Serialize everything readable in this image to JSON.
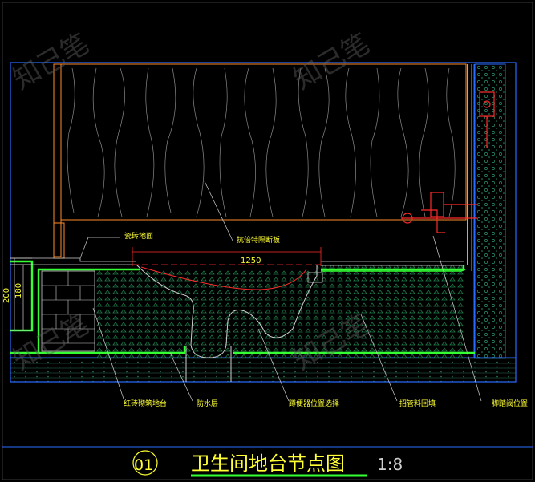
{
  "drawing": {
    "labels": {
      "tile_floor": "瓷砖地面",
      "partition": "抗倍特隔断板",
      "brick_platform": "红砖砌筑地台",
      "waterproof": "防水层",
      "squat_toilet": "蹲便器位置选择",
      "pipe_backfill": "招管料回填",
      "foot_valve": "脚踏阀位置"
    },
    "dimensions": {
      "width": "1250",
      "height_total": "200",
      "height_inner": "180"
    },
    "watermark": "知己笔"
  },
  "title_block": {
    "number": "01",
    "title": "卫生间地台节点图",
    "scale": "1:8"
  },
  "colors": {
    "background": "#000000",
    "frame": "#2a6cff",
    "waterproof": "#33ff33",
    "text": "#ffff33",
    "orange": "#ff8a2a",
    "red": "#ff2a2a"
  }
}
